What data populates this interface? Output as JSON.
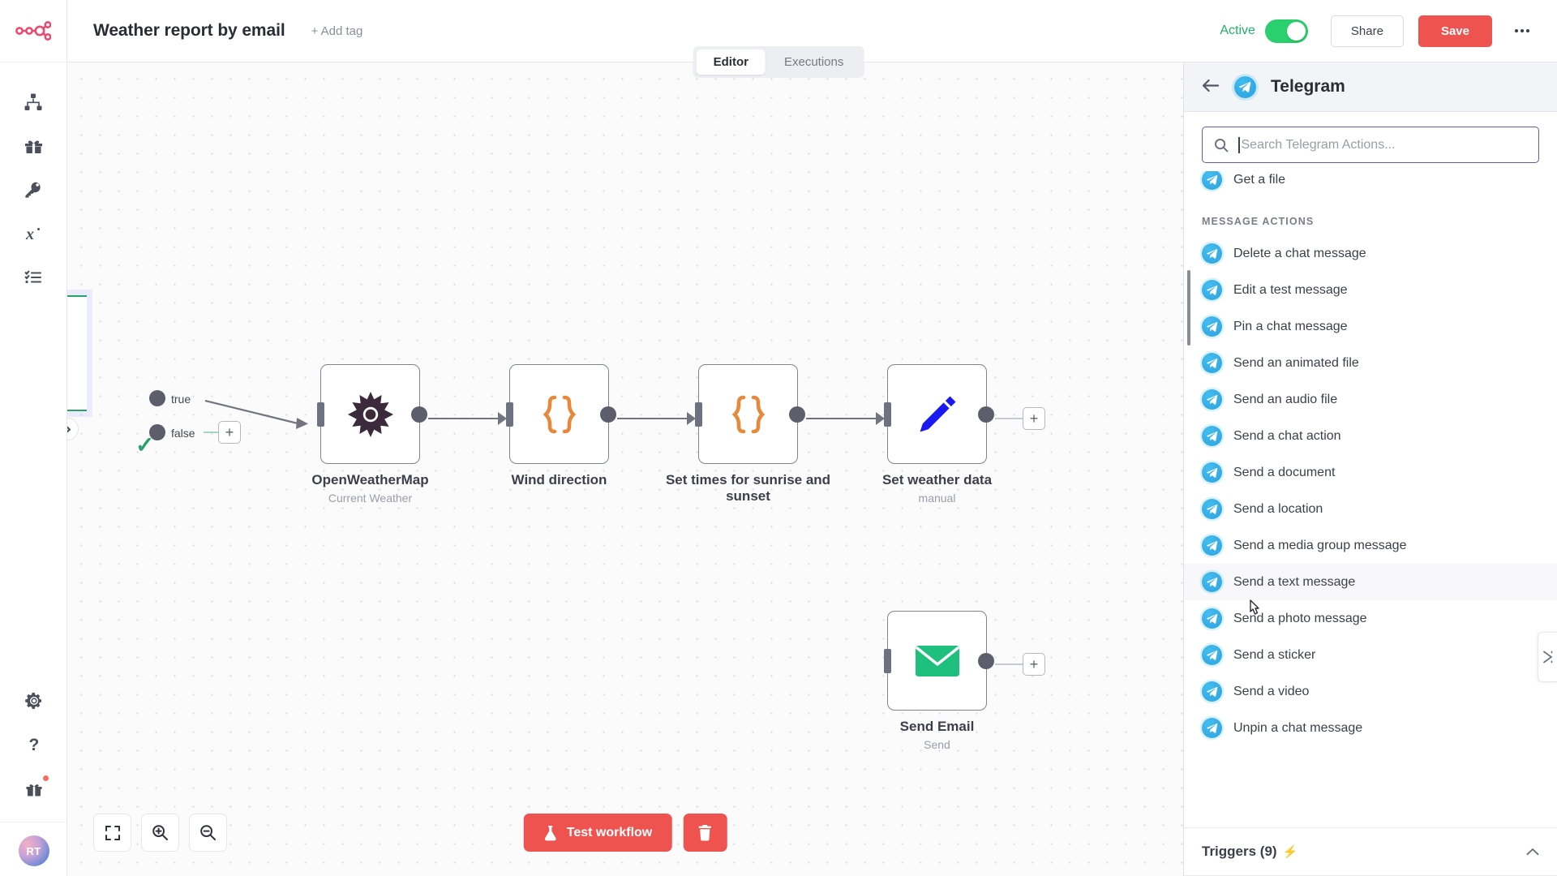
{
  "app": {
    "logo_icon": "n8n-logo-icon"
  },
  "header": {
    "workflow_title": "Weather report by email",
    "add_tag": "+ Add tag",
    "active_label": "Active",
    "active_on": true,
    "share_label": "Share",
    "save_label": "Save",
    "more_icon": "ellipsis-icon",
    "accent_red": "#ef5350",
    "accent_green": "#2ad06e"
  },
  "tabs": [
    {
      "label": "Editor",
      "active": true
    },
    {
      "label": "Executions",
      "active": false
    }
  ],
  "sidebar": {
    "items": [
      {
        "icon": "workflows-icon",
        "name": "sidebar-item-workflows"
      },
      {
        "icon": "templates-icon",
        "name": "sidebar-item-templates"
      },
      {
        "icon": "credentials-key-icon",
        "name": "sidebar-item-credentials"
      },
      {
        "icon": "variables-x-icon",
        "name": "sidebar-item-variables"
      },
      {
        "icon": "executions-list-icon",
        "name": "sidebar-item-executions"
      }
    ],
    "bottom": [
      {
        "icon": "gear-icon",
        "name": "sidebar-item-settings"
      },
      {
        "icon": "question-mark-icon",
        "name": "sidebar-item-help"
      },
      {
        "icon": "gift-icon",
        "name": "sidebar-item-whats-new",
        "badge": true
      }
    ],
    "avatar_initials": "RT"
  },
  "canvas": {
    "collapse_icon": "chevron-right-icon",
    "if_node": {
      "true_label": "true",
      "false_label": "false",
      "status_icon": "check-icon",
      "status_color": "#29a36a"
    },
    "nodes": [
      {
        "name": "node-openweathermap",
        "title": "OpenWeatherMap",
        "subtitle": "Current Weather",
        "icon": "sun-burst-icon",
        "icon_color": "#3b2a3b"
      },
      {
        "name": "node-wind-direction",
        "title": "Wind direction",
        "subtitle": "",
        "icon": "code-braces-icon",
        "icon_color": "#e8883a"
      },
      {
        "name": "node-set-times",
        "title": "Set times for sunrise and sunset",
        "subtitle": "",
        "icon": "code-braces-icon",
        "icon_color": "#e8883a"
      },
      {
        "name": "node-set-weather-data",
        "title": "Set weather data",
        "subtitle": "manual",
        "icon": "pencil-icon",
        "icon_color": "#1a1af0"
      },
      {
        "name": "node-send-email",
        "title": "Send Email",
        "subtitle": "Send",
        "icon": "envelope-icon",
        "icon_color": "#1fc07e"
      }
    ],
    "add_node_plus": "+",
    "zoom_controls": [
      {
        "name": "zoom-to-fit-button",
        "icon": "fit-screen-icon"
      },
      {
        "name": "zoom-in-button",
        "icon": "zoom-in-icon"
      },
      {
        "name": "zoom-out-button",
        "icon": "zoom-out-icon"
      }
    ],
    "test_workflow_label": "Test workflow",
    "test_workflow_icon": "flask-icon",
    "delete_icon": "trash-icon"
  },
  "panel": {
    "back_icon": "arrow-left-icon",
    "title": "Telegram",
    "node_icon": "telegram-icon",
    "search_placeholder": "Search Telegram Actions...",
    "search_value": "",
    "search_icon": "search-icon",
    "partial_top_item": {
      "label": "Get a file",
      "icon": "telegram-icon"
    },
    "section_title": "MESSAGE ACTIONS",
    "actions": [
      {
        "label": "Delete a chat message",
        "icon": "telegram-icon"
      },
      {
        "label": "Edit a test message",
        "icon": "telegram-icon"
      },
      {
        "label": "Pin a chat message",
        "icon": "telegram-icon"
      },
      {
        "label": "Send an animated file",
        "icon": "telegram-icon"
      },
      {
        "label": "Send an audio file",
        "icon": "telegram-icon"
      },
      {
        "label": "Send a chat action",
        "icon": "telegram-icon"
      },
      {
        "label": "Send a document",
        "icon": "telegram-icon"
      },
      {
        "label": "Send a location",
        "icon": "telegram-icon"
      },
      {
        "label": "Send a media group message",
        "icon": "telegram-icon"
      },
      {
        "label": "Send a text message",
        "icon": "telegram-icon",
        "hovered": true
      },
      {
        "label": "Send a photo message",
        "icon": "telegram-icon"
      },
      {
        "label": "Send a sticker",
        "icon": "telegram-icon"
      },
      {
        "label": "Send a video",
        "icon": "telegram-icon"
      },
      {
        "label": "Unpin a chat message",
        "icon": "telegram-icon"
      }
    ],
    "triggers_label": "Triggers (9)",
    "triggers_bolt_icon": "lightning-bolt-icon",
    "triggers_chevron": "chevron-up-icon"
  },
  "edge_tab": {
    "icon": "node-connection-icon"
  }
}
